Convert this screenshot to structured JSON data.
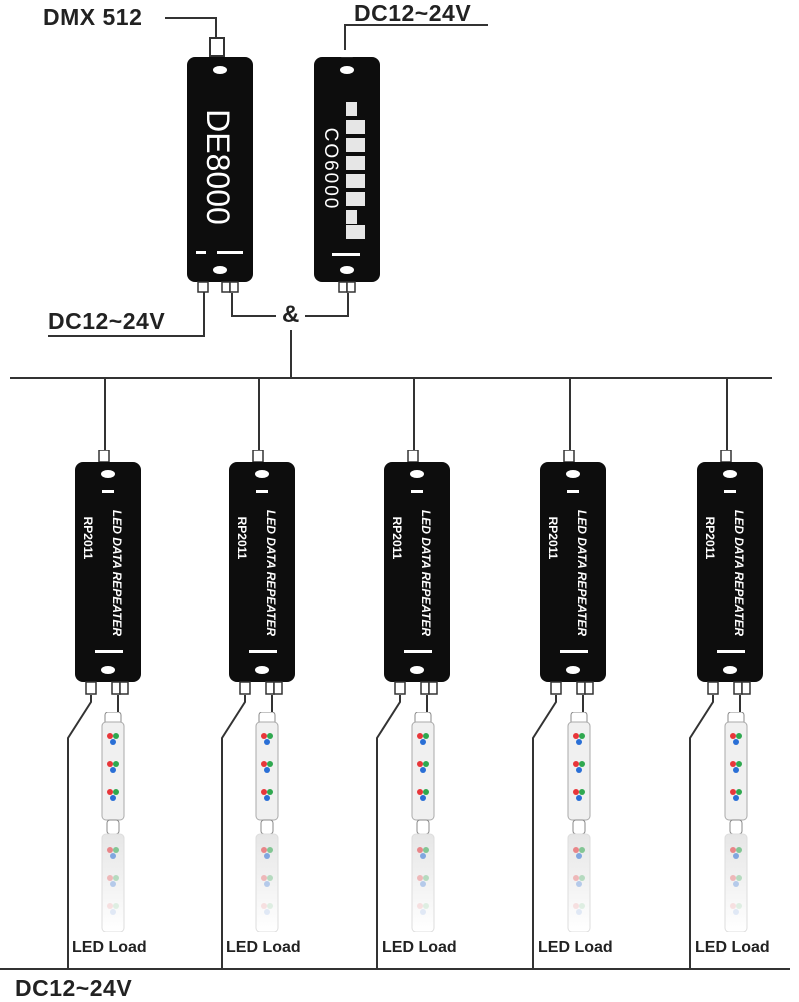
{
  "labels": {
    "dmx_input": "DMX 512",
    "controller_power": "DC12~24V",
    "decoder_power": "DC12~24V",
    "combine_symbol": "&",
    "bottom_power": "DC12~24V"
  },
  "controller": {
    "name": "DE8000"
  },
  "decoder": {
    "name": "CO6000"
  },
  "repeaters": [
    {
      "title": "LED DATA  REPEATER",
      "model": "RP2011",
      "load_label": "LED Load"
    },
    {
      "title": "LED DATA  REPEATER",
      "model": "RP2011",
      "load_label": "LED Load"
    },
    {
      "title": "LED DATA  REPEATER",
      "model": "RP2011",
      "load_label": "LED Load"
    },
    {
      "title": "LED DATA  REPEATER",
      "model": "RP2011",
      "load_label": "LED Load"
    },
    {
      "title": "LED DATA  REPEATER",
      "model": "RP2011",
      "load_label": "LED Load"
    }
  ],
  "colors": {
    "device_body": "#0d0d0d",
    "wire": "#333333",
    "led_red": "#e8363a",
    "led_green": "#2fa84f",
    "led_blue": "#2a6fd6"
  }
}
